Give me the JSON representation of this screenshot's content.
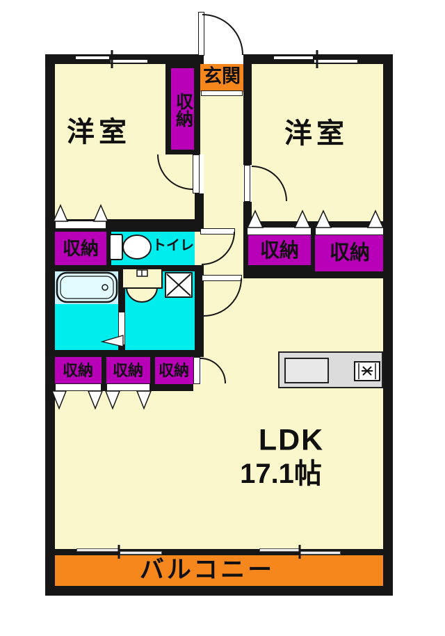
{
  "type": "apartment-floor-plan",
  "labels": {
    "room_top_left": "洋室",
    "room_top_right": "洋室",
    "entrance": "玄関",
    "storage": "収納",
    "toilet": "トイレ",
    "ldk_name": "LDK",
    "ldk_area": "17.1帖",
    "balcony": "バルコニー"
  },
  "colors": {
    "room_floor": "#FBF7CC",
    "storage": "#B800B8",
    "accent_orange": "#F6871C",
    "wet_area": "#00EDED",
    "bath_area": "#CCF2FF",
    "bathtub": "#E2FBFF",
    "kitchen_counter": "#DCDCDC",
    "wall": "#161616",
    "background": "#FFFFFF"
  }
}
